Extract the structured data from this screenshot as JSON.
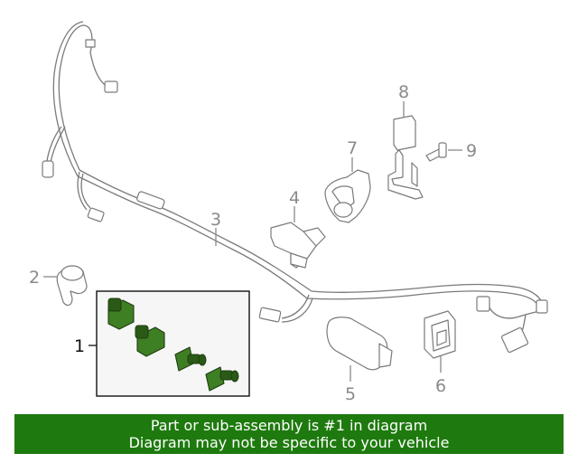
{
  "callouts": {
    "c1": "1",
    "c2": "2",
    "c3": "3",
    "c4": "4",
    "c5": "5",
    "c6": "6",
    "c7": "7",
    "c8": "8",
    "c9": "9"
  },
  "banner": {
    "line1": "Part or sub-assembly is #1 in diagram",
    "line2": "Diagram may not be specific to your vehicle"
  },
  "colors": {
    "banner_bg": "#1e7a0e",
    "highlight_part": "#3f7f24",
    "line_art": "#7a7a7a"
  }
}
